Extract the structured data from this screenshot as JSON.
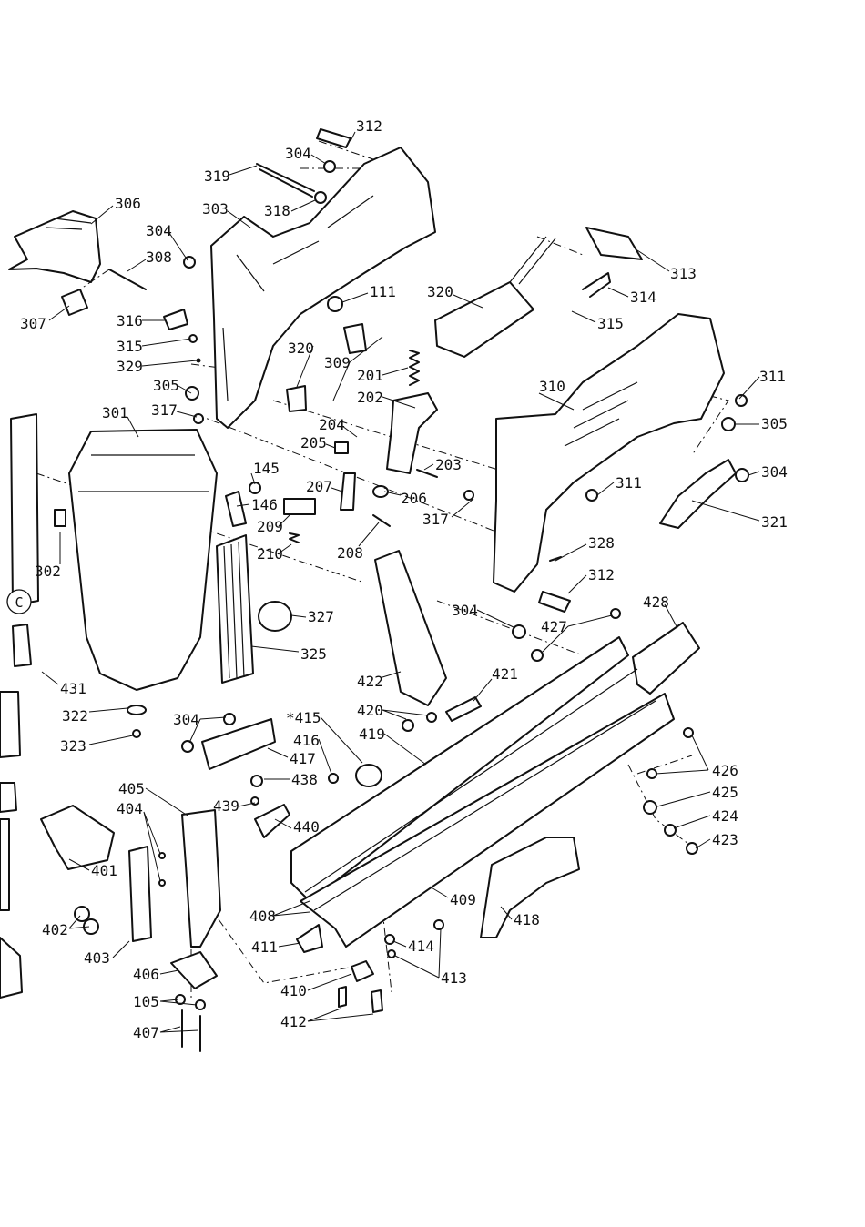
{
  "diagram": {
    "detail_marker": "C",
    "callouts": [
      "312",
      "304",
      "319",
      "318",
      "303",
      "306",
      "304",
      "308",
      "307",
      "111",
      "320",
      "313",
      "314",
      "315",
      "316",
      "315",
      "329",
      "320",
      "309",
      "201",
      "202",
      "305",
      "317",
      "301",
      "145",
      "146",
      "204",
      "205",
      "207",
      "206",
      "203",
      "209",
      "210",
      "208",
      "311",
      "305",
      "310",
      "304",
      "311",
      "321",
      "317",
      "302",
      "328",
      "312",
      "327",
      "325",
      "431",
      "322",
      "323",
      "304",
      "427",
      "428",
      "422",
      "421",
      "420",
      "304",
      "417",
      "416",
      "*415",
      "438",
      "419",
      "426",
      "425",
      "424",
      "423",
      "405",
      "404",
      "439",
      "440",
      "401",
      "402",
      "403",
      "406",
      "105",
      "407",
      "408",
      "411",
      "409",
      "414",
      "413",
      "418",
      "410",
      "412"
    ]
  }
}
